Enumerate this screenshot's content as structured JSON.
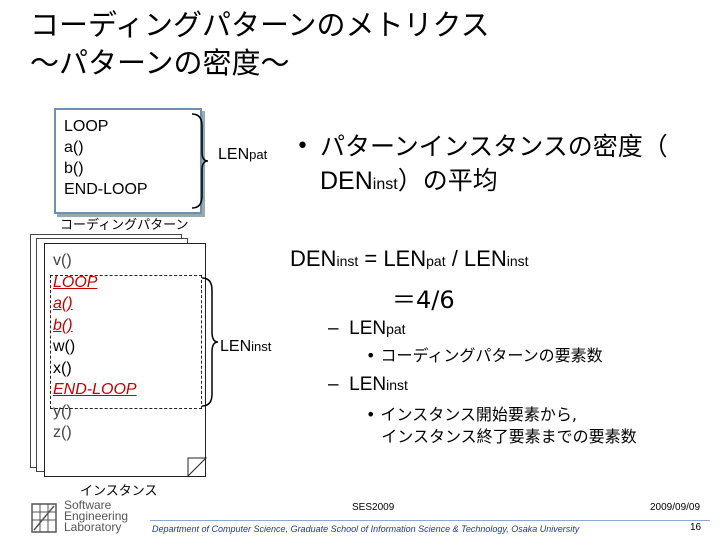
{
  "title": {
    "line1": "コーディングパターンのメトリクス",
    "line2": "～パターンの密度～"
  },
  "pattern_box": {
    "lines": [
      "LOOP",
      "a()",
      "b()",
      "END-LOOP"
    ],
    "caption": "コーディングパターン",
    "len_label": "LEN",
    "len_sub": "pat"
  },
  "instance_box": {
    "lines": [
      "v()",
      "LOOP",
      "a()",
      "b()",
      "w()",
      "x()",
      "END-LOOP",
      "y()",
      "z()"
    ],
    "caption": "インスタンス",
    "len_label": "LEN",
    "len_sub": "inst"
  },
  "bullet": {
    "line1": "パターンインスタンスの密度（",
    "line2_main": "DEN",
    "line2_sub": "inst",
    "line2_tail": "）の平均"
  },
  "formula": {
    "den": "DEN",
    "den_sub": "inst",
    "eq": " = LEN",
    "pat_sub": "pat",
    "slash": " / LEN",
    "inst_sub": "inst",
    "result": "＝4/6"
  },
  "sub_items": [
    {
      "dash": "–",
      "main": "LEN",
      "sub": "pat",
      "desc": "コーディングパターンの要素数"
    },
    {
      "dash": "–",
      "main": "LEN",
      "sub": "inst",
      "desc_line1": "インスタンス開始要素から,",
      "desc_line2": "インスタンス終了要素までの要素数"
    }
  ],
  "footer": {
    "conference": "SES2009",
    "date": "2009/09/09",
    "department": "Department of Computer Science, Graduate School of Information Science & Technology, Osaka University",
    "page": "16",
    "logo_lines": [
      "Software",
      "Engineering",
      "Laboratory"
    ]
  },
  "colors": {
    "highlight": "#c00000",
    "box_border": "#6d8fb3",
    "footer_line": "#8caad0"
  }
}
